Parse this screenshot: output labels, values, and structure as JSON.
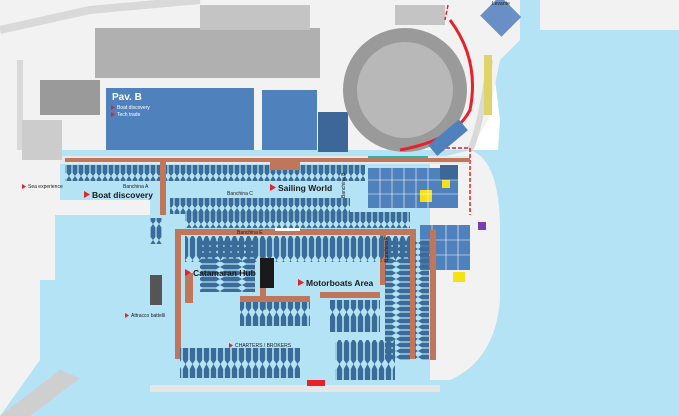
{
  "map": {
    "colors": {
      "water": "#b3e3f5",
      "land": "#f2f2f2",
      "road": "#d9d9d9",
      "building": "#b0b0b0",
      "hall": "#4f81bd",
      "boat": "#3a6b99",
      "pier": "#c0765a",
      "marker": "#e8202a",
      "stadium": "#9a9a9a"
    },
    "labels": {
      "pavilion": "Pav. B",
      "pavilion_sub1": "Boat discovery",
      "pavilion_sub2": "Tech trade",
      "sea_experience": "Sea experience",
      "boat_discovery": "Boat discovery",
      "banchina_a": "Banchina A",
      "banchina_c": "Banchina C",
      "banchina_b": "Banchina B",
      "banchina_e": "Banchina E",
      "banchina_f": "Banchina F",
      "sailing_world": "Sailing World",
      "catamaran_hub": "Catamaran Hub",
      "motorboats_area": "Motorboats Area",
      "attracco_battelli": "Attracco battelli",
      "charters_brokers": "CHARTERS / BROKERS",
      "levante": "Levante"
    }
  }
}
